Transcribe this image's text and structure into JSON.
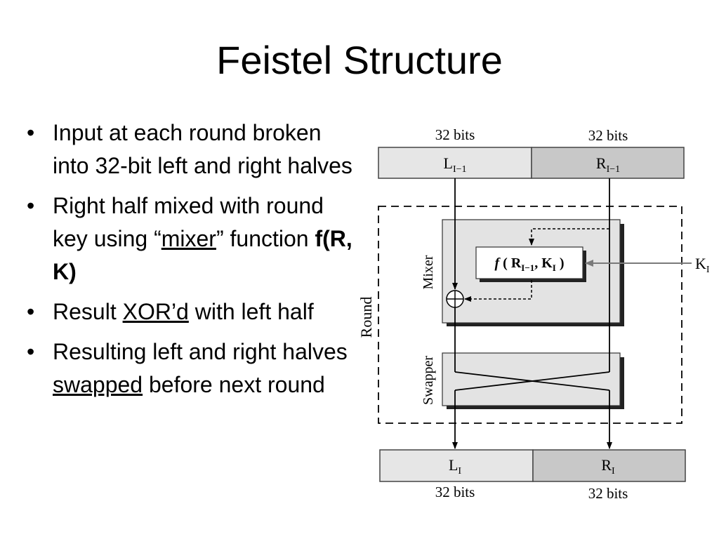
{
  "title": "Feistel Structure",
  "bullets": [
    {
      "text": "Input at each round broken into 32-bit left and right halves"
    },
    {
      "pre": "Right half mixed with round key using “",
      "link": "mixer",
      "post": "” function ",
      "bold": "f(R, K)"
    },
    {
      "pre": "Result ",
      "link": "XOR’d",
      "post": " with left half"
    },
    {
      "pre": "Resulting left and right halves ",
      "link": "swapped",
      "post": " before next round"
    }
  ],
  "diagram": {
    "top_bits_left": "32 bits",
    "top_bits_right": "32 bits",
    "bottom_bits_left": "32 bits",
    "bottom_bits_right": "32 bits",
    "input_left": {
      "base": "L",
      "sub": "I−1"
    },
    "input_right": {
      "base": "R",
      "sub": "I−1"
    },
    "output_left": {
      "base": "L",
      "sub": "I"
    },
    "output_right": {
      "base": "R",
      "sub": "I"
    },
    "round_label": "Round",
    "mixer_label": "Mixer",
    "swapper_label": "Swapper",
    "func_f": "f",
    "func_open": " ( ",
    "func_r": "R",
    "func_r_sub": "I−1",
    "func_comma": ", ",
    "func_k": "K",
    "func_k_sub": "I",
    "func_close": " )",
    "key": {
      "base": "K",
      "sub": "I"
    },
    "xor_symbol": "⊕",
    "colors": {
      "left_half": "#e6e6e6",
      "right_half": "#c8c8c8",
      "mixer_fill": "#e3e3e3",
      "key_arrow": "#7a7a7a"
    }
  }
}
